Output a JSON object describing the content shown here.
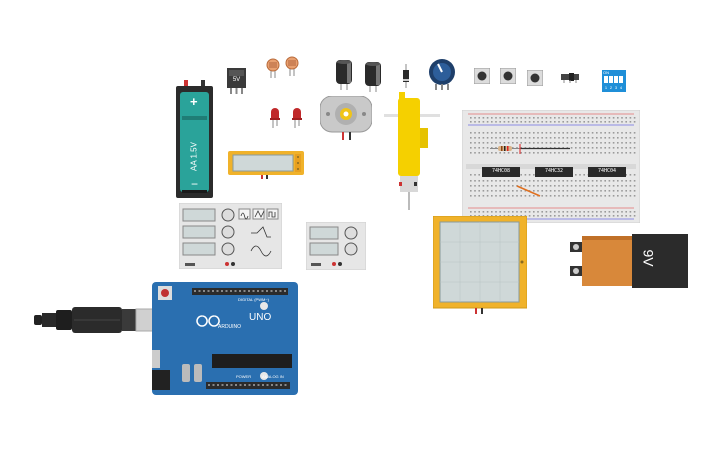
{
  "components": {
    "battery_aa": {
      "label": "AA 1.5V",
      "plus": "+",
      "minus": "−"
    },
    "regulator": {
      "label": "5V"
    },
    "battery_9v": {
      "label": "9V"
    },
    "chips": [
      "74HC08",
      "74HC32",
      "74HC04"
    ],
    "dip_switch": {
      "numbers": [
        "1",
        "2",
        "3",
        "4"
      ],
      "on_label": "ON"
    },
    "arduino": {
      "brand": "ARDUINO",
      "model": "UNO",
      "digital_label": "DIGITAL (PWM~)",
      "power_label": "POWER",
      "analog_label": "ANALOG IN"
    }
  },
  "colors": {
    "battery_aa": "#2aa39a",
    "lcd_frame": "#f0b22a",
    "motor_yellow": "#f5d000",
    "arduino": "#2a6fb0",
    "battery_9v": "#d8883a",
    "dip_switch": "#1f8fd8",
    "breadboard": "#e8e8e8"
  }
}
